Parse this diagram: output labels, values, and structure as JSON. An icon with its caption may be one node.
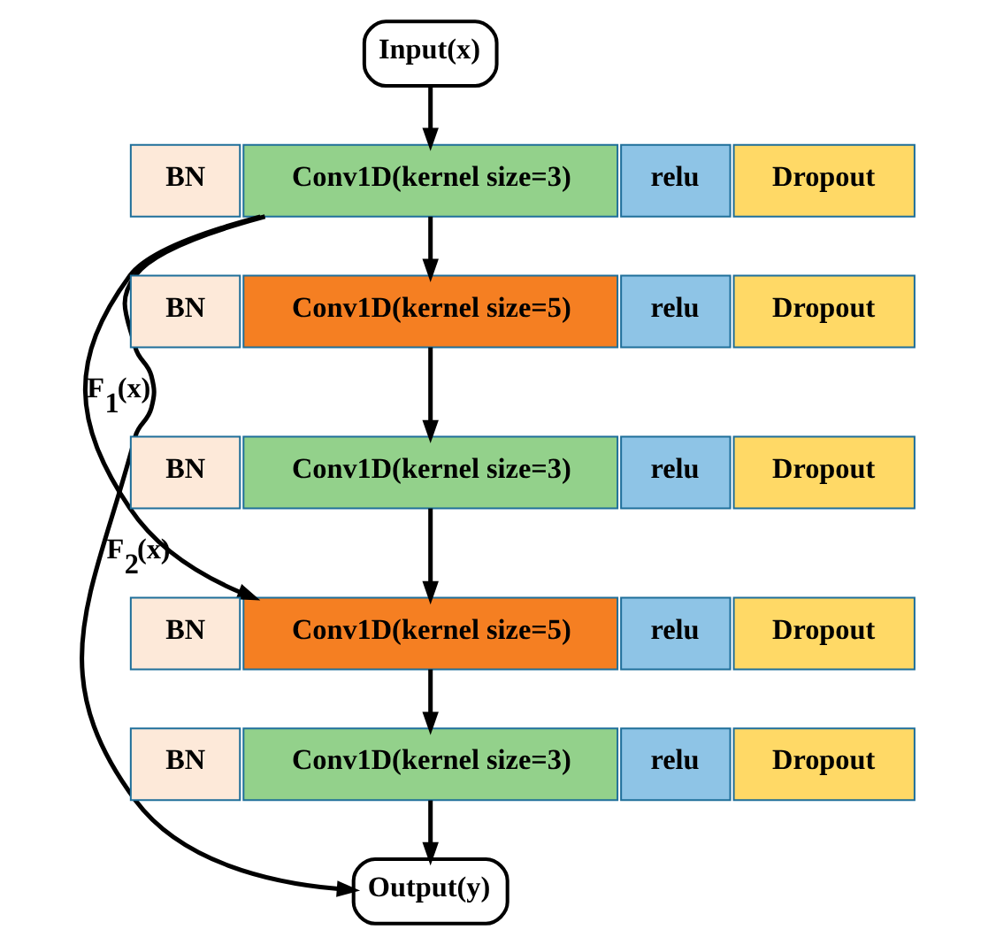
{
  "diagram": {
    "nodes": [
      {
        "text": [
          "Input(x)"
        ]
      },
      {
        "text": [
          "BN"
        ]
      },
      {
        "text": [
          "Conv1D(kernel size=3)"
        ]
      },
      {
        "text": [
          "relu"
        ]
      },
      {
        "text": [
          "Dropout"
        ]
      },
      {
        "text": [
          "BN"
        ]
      },
      {
        "text": [
          "Conv1D(kernel size=5)"
        ]
      },
      {
        "text": [
          "relu"
        ]
      },
      {
        "text": [
          "Dropout"
        ]
      },
      {
        "text": [
          "BN"
        ]
      },
      {
        "text": [
          "Conv1D(kernel size=3)"
        ]
      },
      {
        "text": [
          "relu"
        ]
      },
      {
        "text": [
          "Dropout"
        ]
      },
      {
        "text": [
          "BN"
        ]
      },
      {
        "text": [
          "Conv1D(kernel size=5)"
        ]
      },
      {
        "text": [
          "relu"
        ]
      },
      {
        "text": [
          "Dropout"
        ]
      },
      {
        "text": [
          "BN"
        ]
      },
      {
        "text": [
          "Conv1D(kernel size=3)"
        ]
      },
      {
        "text": [
          "relu"
        ]
      },
      {
        "text": [
          "Dropout"
        ]
      },
      {
        "text": [
          "Output(y)"
        ]
      }
    ],
    "edges": [
      {
        "from": 0,
        "to": 2,
        "arrow": "to"
      },
      {
        "from": 2,
        "to": 6,
        "arrow": "to"
      },
      {
        "from": 6,
        "to": 10,
        "arrow": "to"
      },
      {
        "from": 10,
        "to": 14,
        "arrow": "to"
      },
      {
        "from": 14,
        "to": 18,
        "arrow": "to"
      },
      {
        "from": 18,
        "to": 21,
        "arrow": "to"
      },
      {
        "from": 2,
        "to": 14,
        "arrow": "to",
        "label": "F$_{1}$(x)"
      },
      {
        "from": 2,
        "to": 21,
        "arrow": "to",
        "label": "F$_{2}$(x)"
      }
    ]
  }
}
